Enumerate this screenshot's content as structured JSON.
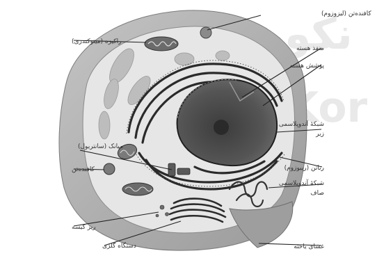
{
  "watermark": {
    "line1": "نکور",
    "line2": "Kor"
  },
  "labels": {
    "lysosome_top": "کافنده‌تن (لیزوزوم)",
    "mitochondrion": "راکیزه (میتوکندری)",
    "nuclear_pore": "منفذ هسته",
    "nuclear_envelope": "پوشش هسته",
    "rough_er_1": "شبکهٔ آندوپلاسمی",
    "rough_er_2": "زبر",
    "centriole": "میانک (سانتریول)",
    "lysosome_left": "کافنده‌تن",
    "ribosome": "رناتن (ریبوزوم)",
    "smooth_er_1": "شبکهٔ آندوپلاسمی",
    "smooth_er_2": "صاف",
    "vesicle": "ریز کیسه",
    "golgi": "دستگاه گلژی",
    "plasma_membrane": "غشای یاخته"
  }
}
